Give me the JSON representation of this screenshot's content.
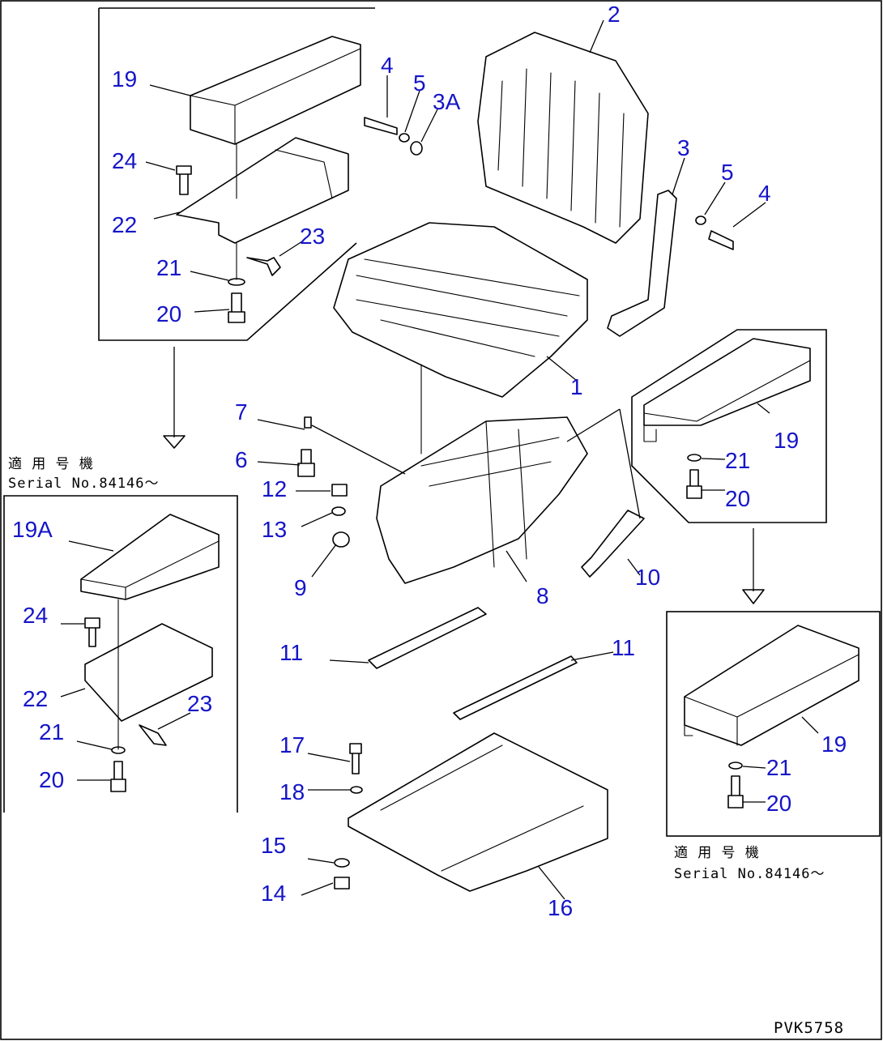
{
  "diagram": {
    "callouts": {
      "c1": "1",
      "c2": "2",
      "c3": "3",
      "c3a": "3A",
      "c4_top": "4",
      "c4_right": "4",
      "c5_top": "5",
      "c5_right": "5",
      "c6": "6",
      "c7": "7",
      "c8": "8",
      "c9": "9",
      "c10": "10",
      "c11_left": "11",
      "c11_right": "11",
      "c12": "12",
      "c13": "13",
      "c14": "14",
      "c15": "15",
      "c16": "16",
      "c17": "17",
      "c18": "18",
      "tl_19": "19",
      "tl_24": "24",
      "tl_22": "22",
      "tl_23": "23",
      "tl_21": "21",
      "tl_20": "20",
      "ml_19a": "19A",
      "ml_24": "24",
      "ml_22": "22",
      "ml_23": "23",
      "ml_21": "21",
      "ml_20": "20",
      "mr_19": "19",
      "mr_21": "21",
      "mr_20": "20",
      "br_19": "19",
      "br_21": "21",
      "br_20": "20"
    },
    "serial_left_line1": "適 用 号 機",
    "serial_left_line2": "Serial No.84146～",
    "serial_right_line1": "適 用 号 機",
    "serial_right_line2": "Serial No.84146～",
    "drawing_id": "PVK5758"
  }
}
